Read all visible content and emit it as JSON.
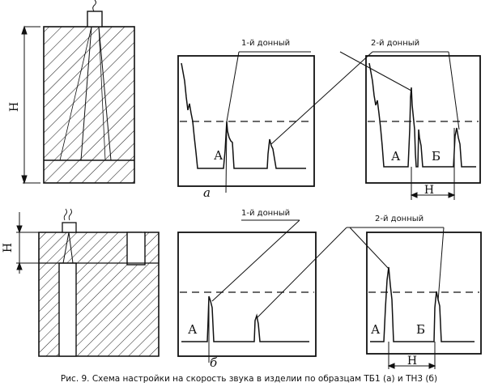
{
  "caption": "Рис. 9. Схема настройки на скорость звука в изделии по образцам ТБ1 (а) и ТН3 (б)",
  "labels": {
    "first_bottom": "1-й донный",
    "second_bottom": "2-й донный",
    "H": "Н",
    "A": "А",
    "B": "Б",
    "panel_a": "а",
    "panel_b": "б"
  }
}
